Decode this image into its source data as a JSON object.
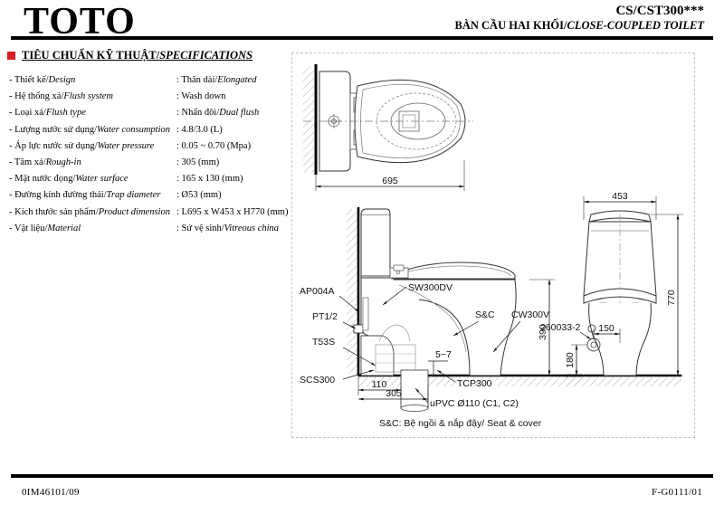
{
  "header": {
    "brand": "TOTO",
    "model_code": "CS/CST300***",
    "product_name_vi": "BÀN CẦU HAI KHỐI/",
    "product_name_en": "CLOSE-COUPLED TOILET"
  },
  "specifications": {
    "heading_vi": "TIÊU CHUẨN KỸ THUẬT/",
    "heading_en": "SPECIFICATIONS",
    "bullet_color": "#d81f26",
    "rows": [
      {
        "label_vi": "- Thiết kế/",
        "label_en": "Design",
        "value": ": Thân dài/",
        "value_en": "Elongated"
      },
      {
        "label_vi": "- Hệ thống xả/",
        "label_en": "Flush system",
        "value": ": Wash down",
        "value_en": ""
      },
      {
        "label_vi": "- Loại xả/",
        "label_en": "Flush type",
        "value": ": Nhấn đôi/",
        "value_en": "Dual flush"
      },
      {
        "label_vi": "- Lượng nước sử dụng/",
        "label_en": "Water consumption",
        "value": ": 4.8/3.0 (L)",
        "value_en": ""
      },
      {
        "label_vi": "- Áp lực nước sử dụng/",
        "label_en": "Water pressure",
        "value": ": 0.05 ~ 0.70 (Mpa)",
        "value_en": ""
      },
      {
        "label_vi": "- Tâm xả/",
        "label_en": "Rough-in",
        "value": ": 305 (mm)",
        "value_en": ""
      },
      {
        "label_vi": "- Mặt nước đọng/",
        "label_en": "Water surface",
        "value": ": 165 x 130 (mm)",
        "value_en": ""
      },
      {
        "label_vi": "- Đường kính đường thải/",
        "label_en": "Trap diameter",
        "value": ": Ø53 (mm)",
        "value_en": ""
      },
      {
        "label_vi": "- Kích thước sản phẩm/",
        "label_en": "Product dimension",
        "value": ": L695 x W453 x H770 (mm)",
        "value_en": ""
      },
      {
        "label_vi": "- Vật liệu/",
        "label_en": "Material",
        "value": ": Sứ vệ sinh/",
        "value_en": "Vitreous china"
      }
    ]
  },
  "drawing": {
    "top_view": {
      "dimension_length": "695"
    },
    "side_view": {
      "parts": [
        "SW300DV",
        "S&C",
        "CW300V",
        "AP004A",
        "PT1/2",
        "T53S",
        "SCS300",
        "TCP300"
      ],
      "label_sw300dv": "SW300DV",
      "label_sc": "S&C",
      "label_cw300v": "CW300V",
      "label_ap004a": "AP004A",
      "label_pt12": "PT1/2",
      "label_t53s": "T53S",
      "label_scs300": "SCS300",
      "label_tcp300": "TCP300",
      "dim_seat_height": "390",
      "dim_gap": "5~7",
      "dim_110": "110",
      "dim_305": "305",
      "pipe_note": "uPVC Ø110 (C1, C2)"
    },
    "front_view": {
      "dim_width": "453",
      "dim_height": "770",
      "dim_150": "150",
      "dim_180": "180",
      "label_part": "260033-2"
    },
    "legend": "S&C: Bệ ngồi & nắp đậy/ Seat & cover",
    "legend_en_italic": "Seat & cover"
  },
  "footer": {
    "left_code": "0IM46101/09",
    "right_code": "F-G0111/01"
  }
}
